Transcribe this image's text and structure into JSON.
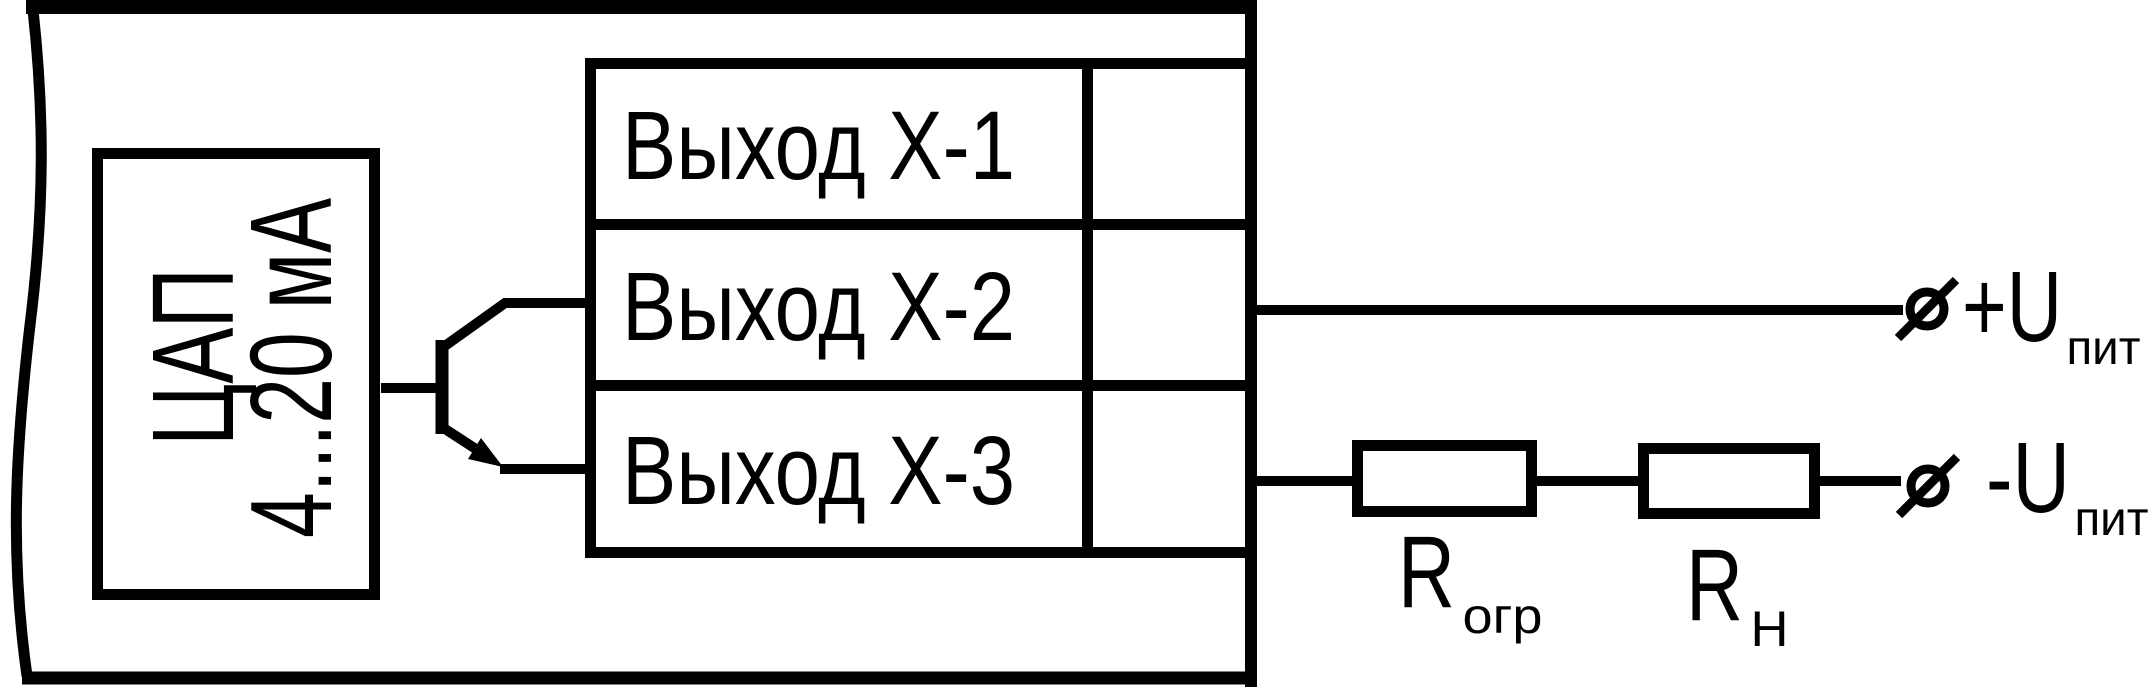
{
  "diagram": {
    "background": "#ffffff",
    "line_color": "#000000",
    "dac_block": {
      "line1": "ЦАП",
      "line2": "4...20 мА"
    },
    "terminal_block": {
      "rows": [
        {
          "label": "Выход Х-1"
        },
        {
          "label": "Выход Х-2"
        },
        {
          "label": "Выход Х-3"
        }
      ]
    },
    "resistors": {
      "limiting": {
        "symbol": "R",
        "subscript": "огр"
      },
      "load": {
        "symbol": "R",
        "subscript": "Н"
      }
    },
    "terminals": {
      "positive": {
        "label": "+U",
        "subscript": "пит"
      },
      "negative": {
        "label": "-U",
        "subscript": "пит"
      }
    }
  }
}
